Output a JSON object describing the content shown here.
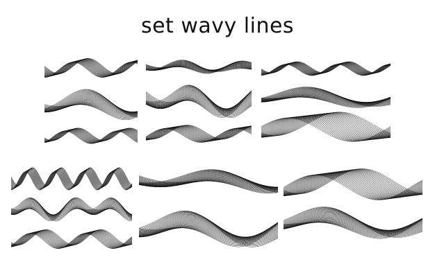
{
  "title": "set wavy lines",
  "colors": {
    "background": "#ffffff",
    "line": "#111111"
  },
  "illustration": {
    "panels": [
      {
        "name": "panel-1",
        "waves": 3
      },
      {
        "name": "panel-2",
        "waves": 3
      },
      {
        "name": "panel-3",
        "waves": 3
      },
      {
        "name": "panel-4",
        "waves": 3
      },
      {
        "name": "panel-5",
        "waves": 2
      },
      {
        "name": "panel-6",
        "waves": 2
      }
    ]
  }
}
